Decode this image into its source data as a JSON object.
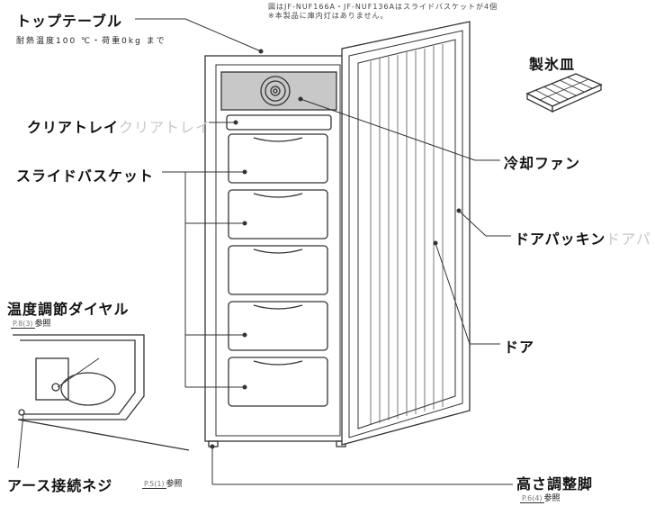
{
  "notes": {
    "line1": "図はJF-NUF166A・JF-NUF136Aはスライドバスケットが4個",
    "line2": "※本製品に庫内灯はありません。"
  },
  "labels": {
    "top_table": "トップテーブル",
    "top_table_spec": "耐熱温度100 ℃・荷重0kg まで",
    "clear_tray": "クリアトレイ",
    "clear_tray_ghost": "クリアトレイ",
    "slide_basket": "スライドバスケット",
    "ice_tray": "製氷皿",
    "cooling_fan": "冷却ファン",
    "door_packing": "ドアパッキン",
    "door_packing_ghost": "ドアパ",
    "door": "ドア",
    "temp_dial": "温度調節ダイヤル",
    "temp_dial_ref_page": "P.8(3)",
    "temp_dial_ref_suffix": "参照",
    "earth_screw": "アース接続ネジ",
    "earth_screw_ref_page": "P.5(1)",
    "earth_screw_ref_suffix": "参照",
    "height_leg": "高さ調整脚",
    "height_leg_ref_page": "P.6(4)",
    "height_leg_ref_suffix": "参照"
  }
}
